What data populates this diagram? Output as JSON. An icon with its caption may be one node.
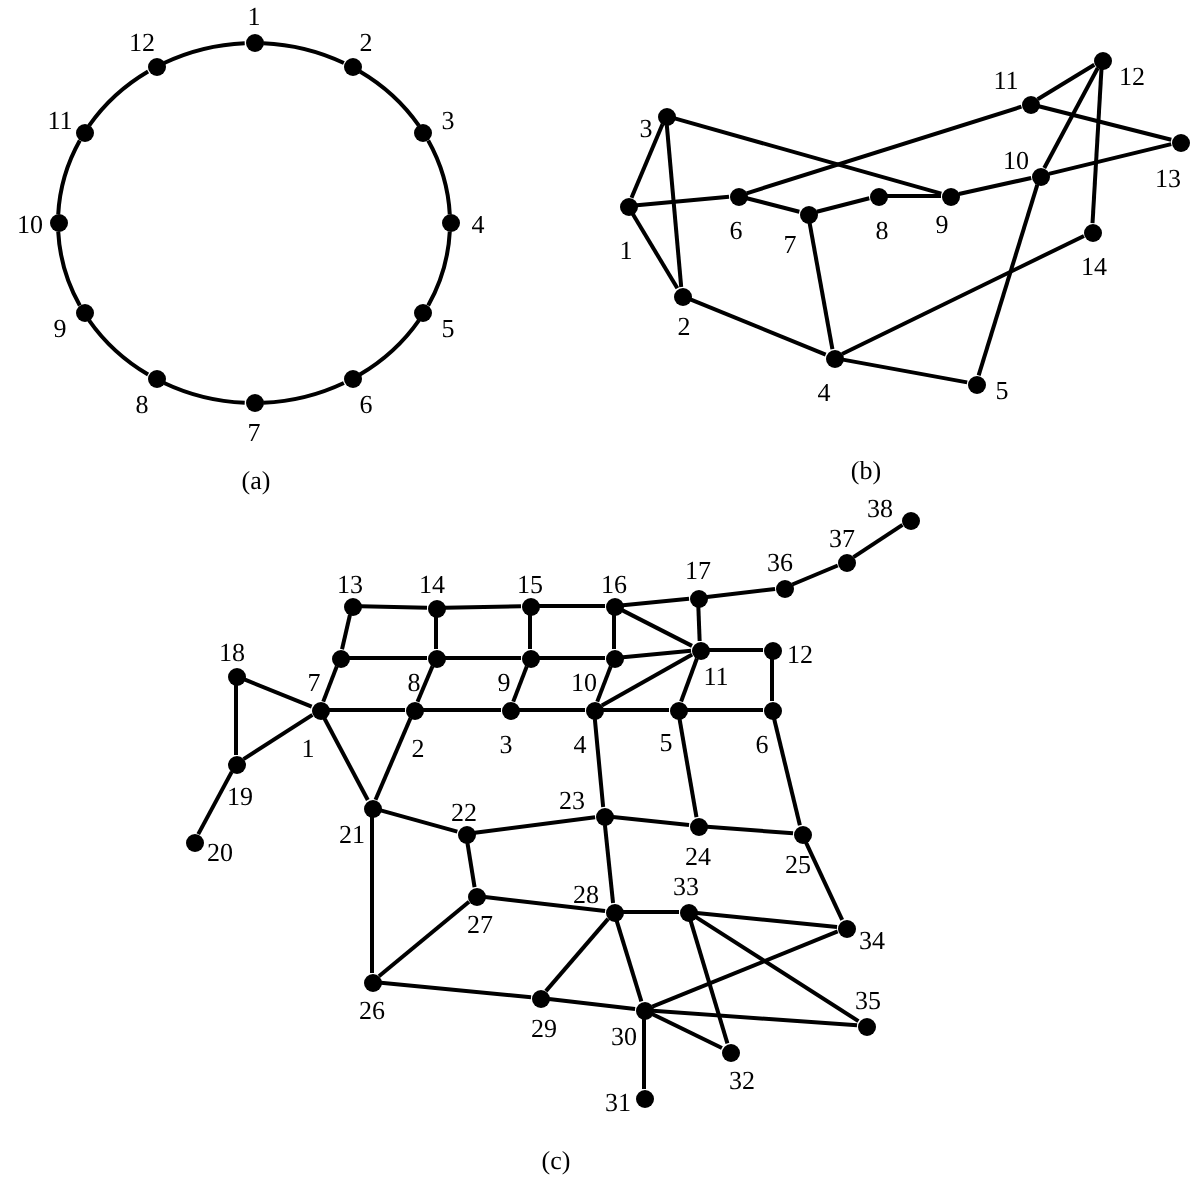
{
  "diagram": {
    "nodes": [
      {
        "text": [],
        "shape": "circle",
        "beside": [
          "1"
        ]
      },
      {
        "text": [],
        "shape": "circle",
        "beside": [
          "2"
        ]
      },
      {
        "text": [],
        "shape": "circle",
        "beside": [
          "3"
        ]
      },
      {
        "text": [],
        "shape": "circle",
        "beside": [
          "4"
        ]
      },
      {
        "text": [],
        "shape": "circle",
        "beside": [
          "5"
        ]
      },
      {
        "text": [],
        "shape": "circle",
        "beside": [
          "6"
        ]
      },
      {
        "text": [],
        "shape": "circle",
        "beside": [
          "7"
        ]
      },
      {
        "text": [],
        "shape": "circle",
        "beside": [
          "8"
        ]
      },
      {
        "text": [],
        "shape": "circle",
        "beside": [
          "9"
        ]
      },
      {
        "text": [],
        "shape": "circle",
        "beside": [
          "10"
        ]
      },
      {
        "text": [],
        "shape": "circle",
        "beside": [
          "11"
        ]
      },
      {
        "text": [],
        "shape": "circle",
        "beside": [
          "12"
        ]
      },
      {
        "text": [],
        "shape": "circle",
        "beside": [
          "1"
        ]
      },
      {
        "text": [],
        "shape": "circle",
        "beside": [
          "2"
        ]
      },
      {
        "text": [],
        "shape": "circle",
        "beside": [
          "3"
        ]
      },
      {
        "text": [],
        "shape": "circle",
        "beside": [
          "4"
        ]
      },
      {
        "text": [],
        "shape": "circle",
        "beside": [
          "5"
        ]
      },
      {
        "text": [],
        "shape": "circle",
        "beside": [
          "6"
        ]
      },
      {
        "text": [],
        "shape": "circle",
        "beside": [
          "7"
        ]
      },
      {
        "text": [],
        "shape": "circle",
        "beside": [
          "8"
        ]
      },
      {
        "text": [],
        "shape": "circle",
        "beside": [
          "9"
        ]
      },
      {
        "text": [],
        "shape": "circle",
        "beside": [
          "10"
        ]
      },
      {
        "text": [],
        "shape": "circle",
        "beside": [
          "11"
        ]
      },
      {
        "text": [],
        "shape": "circle",
        "beside": [
          "12"
        ]
      },
      {
        "text": [],
        "shape": "circle",
        "beside": [
          "13"
        ]
      },
      {
        "text": [],
        "shape": "circle",
        "beside": [
          "14"
        ]
      },
      {
        "text": [],
        "shape": "circle",
        "beside": [
          "1"
        ]
      },
      {
        "text": [],
        "shape": "circle",
        "beside": [
          "2"
        ]
      },
      {
        "text": [],
        "shape": "circle",
        "beside": [
          "3"
        ]
      },
      {
        "text": [],
        "shape": "circle",
        "beside": [
          "4"
        ]
      },
      {
        "text": [],
        "shape": "circle",
        "beside": [
          "5"
        ]
      },
      {
        "text": [],
        "shape": "circle",
        "beside": [
          "6"
        ]
      },
      {
        "text": [],
        "shape": "circle",
        "beside": [
          "7"
        ]
      },
      {
        "text": [],
        "shape": "circle",
        "beside": [
          "8"
        ]
      },
      {
        "text": [],
        "shape": "circle",
        "beside": [
          "9"
        ]
      },
      {
        "text": [],
        "shape": "circle",
        "beside": [
          "10"
        ]
      },
      {
        "text": [],
        "shape": "circle",
        "beside": [
          "11"
        ]
      },
      {
        "text": [],
        "shape": "circle",
        "beside": [
          "12"
        ]
      },
      {
        "text": [],
        "shape": "circle",
        "beside": [
          "13"
        ]
      },
      {
        "text": [],
        "shape": "circle",
        "beside": [
          "14"
        ]
      },
      {
        "text": [],
        "shape": "circle",
        "beside": [
          "15"
        ]
      },
      {
        "text": [],
        "shape": "circle",
        "beside": [
          "16"
        ]
      },
      {
        "text": [],
        "shape": "circle",
        "beside": [
          "17"
        ]
      },
      {
        "text": [],
        "shape": "circle",
        "beside": [
          "18"
        ]
      },
      {
        "text": [],
        "shape": "circle",
        "beside": [
          "19"
        ]
      },
      {
        "text": [],
        "shape": "circle",
        "beside": [
          "20"
        ]
      },
      {
        "text": [],
        "shape": "circle",
        "beside": [
          "21"
        ]
      },
      {
        "text": [],
        "shape": "circle",
        "beside": [
          "22"
        ]
      },
      {
        "text": [],
        "shape": "circle",
        "beside": [
          "23"
        ]
      },
      {
        "text": [],
        "shape": "circle",
        "beside": [
          "24"
        ]
      },
      {
        "text": [],
        "shape": "circle",
        "beside": [
          "25"
        ]
      },
      {
        "text": [],
        "shape": "circle",
        "beside": [
          "26"
        ]
      },
      {
        "text": [],
        "shape": "circle",
        "beside": [
          "27"
        ]
      },
      {
        "text": [],
        "shape": "circle",
        "beside": [
          "28"
        ]
      },
      {
        "text": [],
        "shape": "circle",
        "beside": [
          "29"
        ]
      },
      {
        "text": [],
        "shape": "circle",
        "beside": [
          "30"
        ]
      },
      {
        "text": [],
        "shape": "circle",
        "beside": [
          "31"
        ]
      },
      {
        "text": [],
        "shape": "circle",
        "beside": [
          "32"
        ]
      },
      {
        "text": [],
        "shape": "circle",
        "beside": [
          "33"
        ]
      },
      {
        "text": [],
        "shape": "circle",
        "beside": [
          "34"
        ]
      },
      {
        "text": [],
        "shape": "circle",
        "beside": [
          "35"
        ]
      },
      {
        "text": [],
        "shape": "circle",
        "beside": [
          "36"
        ]
      },
      {
        "text": [],
        "shape": "circle",
        "beside": [
          "37"
        ]
      },
      {
        "text": [],
        "shape": "circle",
        "beside": [
          "38"
        ]
      }
    ],
    "edges": [
      {
        "from": 0,
        "to": 1,
        "arrow": "none"
      },
      {
        "from": 1,
        "to": 2,
        "arrow": "none"
      },
      {
        "from": 2,
        "to": 3,
        "arrow": "none"
      },
      {
        "from": 3,
        "to": 4,
        "arrow": "none"
      },
      {
        "from": 4,
        "to": 5,
        "arrow": "none"
      },
      {
        "from": 5,
        "to": 6,
        "arrow": "none"
      },
      {
        "from": 6,
        "to": 7,
        "arrow": "none"
      },
      {
        "from": 7,
        "to": 8,
        "arrow": "none"
      },
      {
        "from": 8,
        "to": 9,
        "arrow": "none"
      },
      {
        "from": 9,
        "to": 10,
        "arrow": "none"
      },
      {
        "from": 10,
        "to": 11,
        "arrow": "none"
      },
      {
        "from": 11,
        "to": 0,
        "arrow": "none"
      },
      {
        "from": 12,
        "to": 14,
        "arrow": "none"
      },
      {
        "from": 12,
        "to": 13,
        "arrow": "none"
      },
      {
        "from": 14,
        "to": 13,
        "arrow": "none"
      },
      {
        "from": 12,
        "to": 17,
        "arrow": "none"
      },
      {
        "from": 17,
        "to": 18,
        "arrow": "none"
      },
      {
        "from": 18,
        "to": 19,
        "arrow": "none"
      },
      {
        "from": 19,
        "to": 20,
        "arrow": "none"
      },
      {
        "from": 14,
        "to": 20,
        "arrow": "none"
      },
      {
        "from": 17,
        "to": 22,
        "arrow": "none"
      },
      {
        "from": 22,
        "to": 23,
        "arrow": "none"
      },
      {
        "from": 22,
        "to": 24,
        "arrow": "none"
      },
      {
        "from": 20,
        "to": 21,
        "arrow": "none"
      },
      {
        "from": 21,
        "to": 24,
        "arrow": "none"
      },
      {
        "from": 21,
        "to": 23,
        "arrow": "none"
      },
      {
        "from": 23,
        "to": 25,
        "arrow": "none"
      },
      {
        "from": 21,
        "to": 16,
        "arrow": "none"
      },
      {
        "from": 13,
        "to": 15,
        "arrow": "none"
      },
      {
        "from": 18,
        "to": 15,
        "arrow": "none"
      },
      {
        "from": 15,
        "to": 16,
        "arrow": "none"
      },
      {
        "from": 15,
        "to": 25,
        "arrow": "none"
      },
      {
        "from": 26,
        "to": 43,
        "arrow": "none"
      },
      {
        "from": 26,
        "to": 44,
        "arrow": "none"
      },
      {
        "from": 43,
        "to": 44,
        "arrow": "none"
      },
      {
        "from": 44,
        "to": 45,
        "arrow": "none"
      },
      {
        "from": 26,
        "to": 32,
        "arrow": "none"
      },
      {
        "from": 32,
        "to": 38,
        "arrow": "none"
      },
      {
        "from": 38,
        "to": 39,
        "arrow": "none"
      },
      {
        "from": 39,
        "to": 40,
        "arrow": "none"
      },
      {
        "from": 40,
        "to": 41,
        "arrow": "none"
      },
      {
        "from": 41,
        "to": 42,
        "arrow": "none"
      },
      {
        "from": 42,
        "to": 61,
        "arrow": "none"
      },
      {
        "from": 61,
        "to": 62,
        "arrow": "none"
      },
      {
        "from": 62,
        "to": 63,
        "arrow": "none"
      },
      {
        "from": 32,
        "to": 33,
        "arrow": "none"
      },
      {
        "from": 33,
        "to": 34,
        "arrow": "none"
      },
      {
        "from": 34,
        "to": 35,
        "arrow": "none"
      },
      {
        "from": 35,
        "to": 36,
        "arrow": "none"
      },
      {
        "from": 33,
        "to": 39,
        "arrow": "none"
      },
      {
        "from": 34,
        "to": 40,
        "arrow": "none"
      },
      {
        "from": 35,
        "to": 41,
        "arrow": "none"
      },
      {
        "from": 41,
        "to": 36,
        "arrow": "none"
      },
      {
        "from": 42,
        "to": 36,
        "arrow": "none"
      },
      {
        "from": 36,
        "to": 37,
        "arrow": "none"
      },
      {
        "from": 37,
        "to": 31,
        "arrow": "none"
      },
      {
        "from": 26,
        "to": 27,
        "arrow": "none"
      },
      {
        "from": 27,
        "to": 28,
        "arrow": "none"
      },
      {
        "from": 28,
        "to": 29,
        "arrow": "none"
      },
      {
        "from": 29,
        "to": 30,
        "arrow": "none"
      },
      {
        "from": 30,
        "to": 31,
        "arrow": "none"
      },
      {
        "from": 33,
        "to": 27,
        "arrow": "none"
      },
      {
        "from": 34,
        "to": 28,
        "arrow": "none"
      },
      {
        "from": 35,
        "to": 29,
        "arrow": "none"
      },
      {
        "from": 29,
        "to": 36,
        "arrow": "none"
      },
      {
        "from": 36,
        "to": 30,
        "arrow": "none"
      },
      {
        "from": 26,
        "to": 46,
        "arrow": "none"
      },
      {
        "from": 27,
        "to": 46,
        "arrow": "none"
      },
      {
        "from": 46,
        "to": 47,
        "arrow": "none"
      },
      {
        "from": 46,
        "to": 51,
        "arrow": "none"
      },
      {
        "from": 47,
        "to": 48,
        "arrow": "none"
      },
      {
        "from": 47,
        "to": 52,
        "arrow": "none"
      },
      {
        "from": 29,
        "to": 48,
        "arrow": "none"
      },
      {
        "from": 48,
        "to": 49,
        "arrow": "none"
      },
      {
        "from": 49,
        "to": 50,
        "arrow": "none"
      },
      {
        "from": 30,
        "to": 49,
        "arrow": "none"
      },
      {
        "from": 31,
        "to": 50,
        "arrow": "none"
      },
      {
        "from": 48,
        "to": 53,
        "arrow": "none"
      },
      {
        "from": 52,
        "to": 53,
        "arrow": "none"
      },
      {
        "from": 51,
        "to": 52,
        "arrow": "none"
      },
      {
        "from": 53,
        "to": 58,
        "arrow": "none"
      },
      {
        "from": 58,
        "to": 59,
        "arrow": "none"
      },
      {
        "from": 50,
        "to": 59,
        "arrow": "none"
      },
      {
        "from": 53,
        "to": 54,
        "arrow": "none"
      },
      {
        "from": 53,
        "to": 55,
        "arrow": "none"
      },
      {
        "from": 51,
        "to": 54,
        "arrow": "none"
      },
      {
        "from": 54,
        "to": 55,
        "arrow": "none"
      },
      {
        "from": 55,
        "to": 60,
        "arrow": "none"
      },
      {
        "from": 58,
        "to": 60,
        "arrow": "none"
      },
      {
        "from": 58,
        "to": 57,
        "arrow": "none"
      },
      {
        "from": 55,
        "to": 57,
        "arrow": "none"
      },
      {
        "from": 55,
        "to": 56,
        "arrow": "none"
      },
      {
        "from": 55,
        "to": 59,
        "arrow": "none"
      }
    ],
    "labels": [
      "(a)",
      "(b)",
      "(c)"
    ]
  }
}
